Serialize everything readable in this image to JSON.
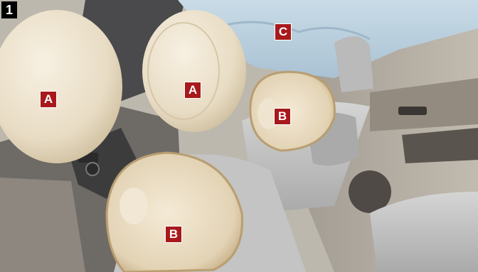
{
  "figure": {
    "number": "1"
  },
  "labels": [
    {
      "id": "front-left",
      "text": "A"
    },
    {
      "id": "front-right",
      "text": "A"
    },
    {
      "id": "side-mid",
      "text": "B"
    },
    {
      "id": "side-front",
      "text": "B"
    },
    {
      "id": "curtain",
      "text": "C"
    }
  ],
  "colors": {
    "label_bg": "#a8191c",
    "airbag": "#eee3cf",
    "curtain": "#b9cfdd",
    "interior": "#c7c3bb"
  }
}
